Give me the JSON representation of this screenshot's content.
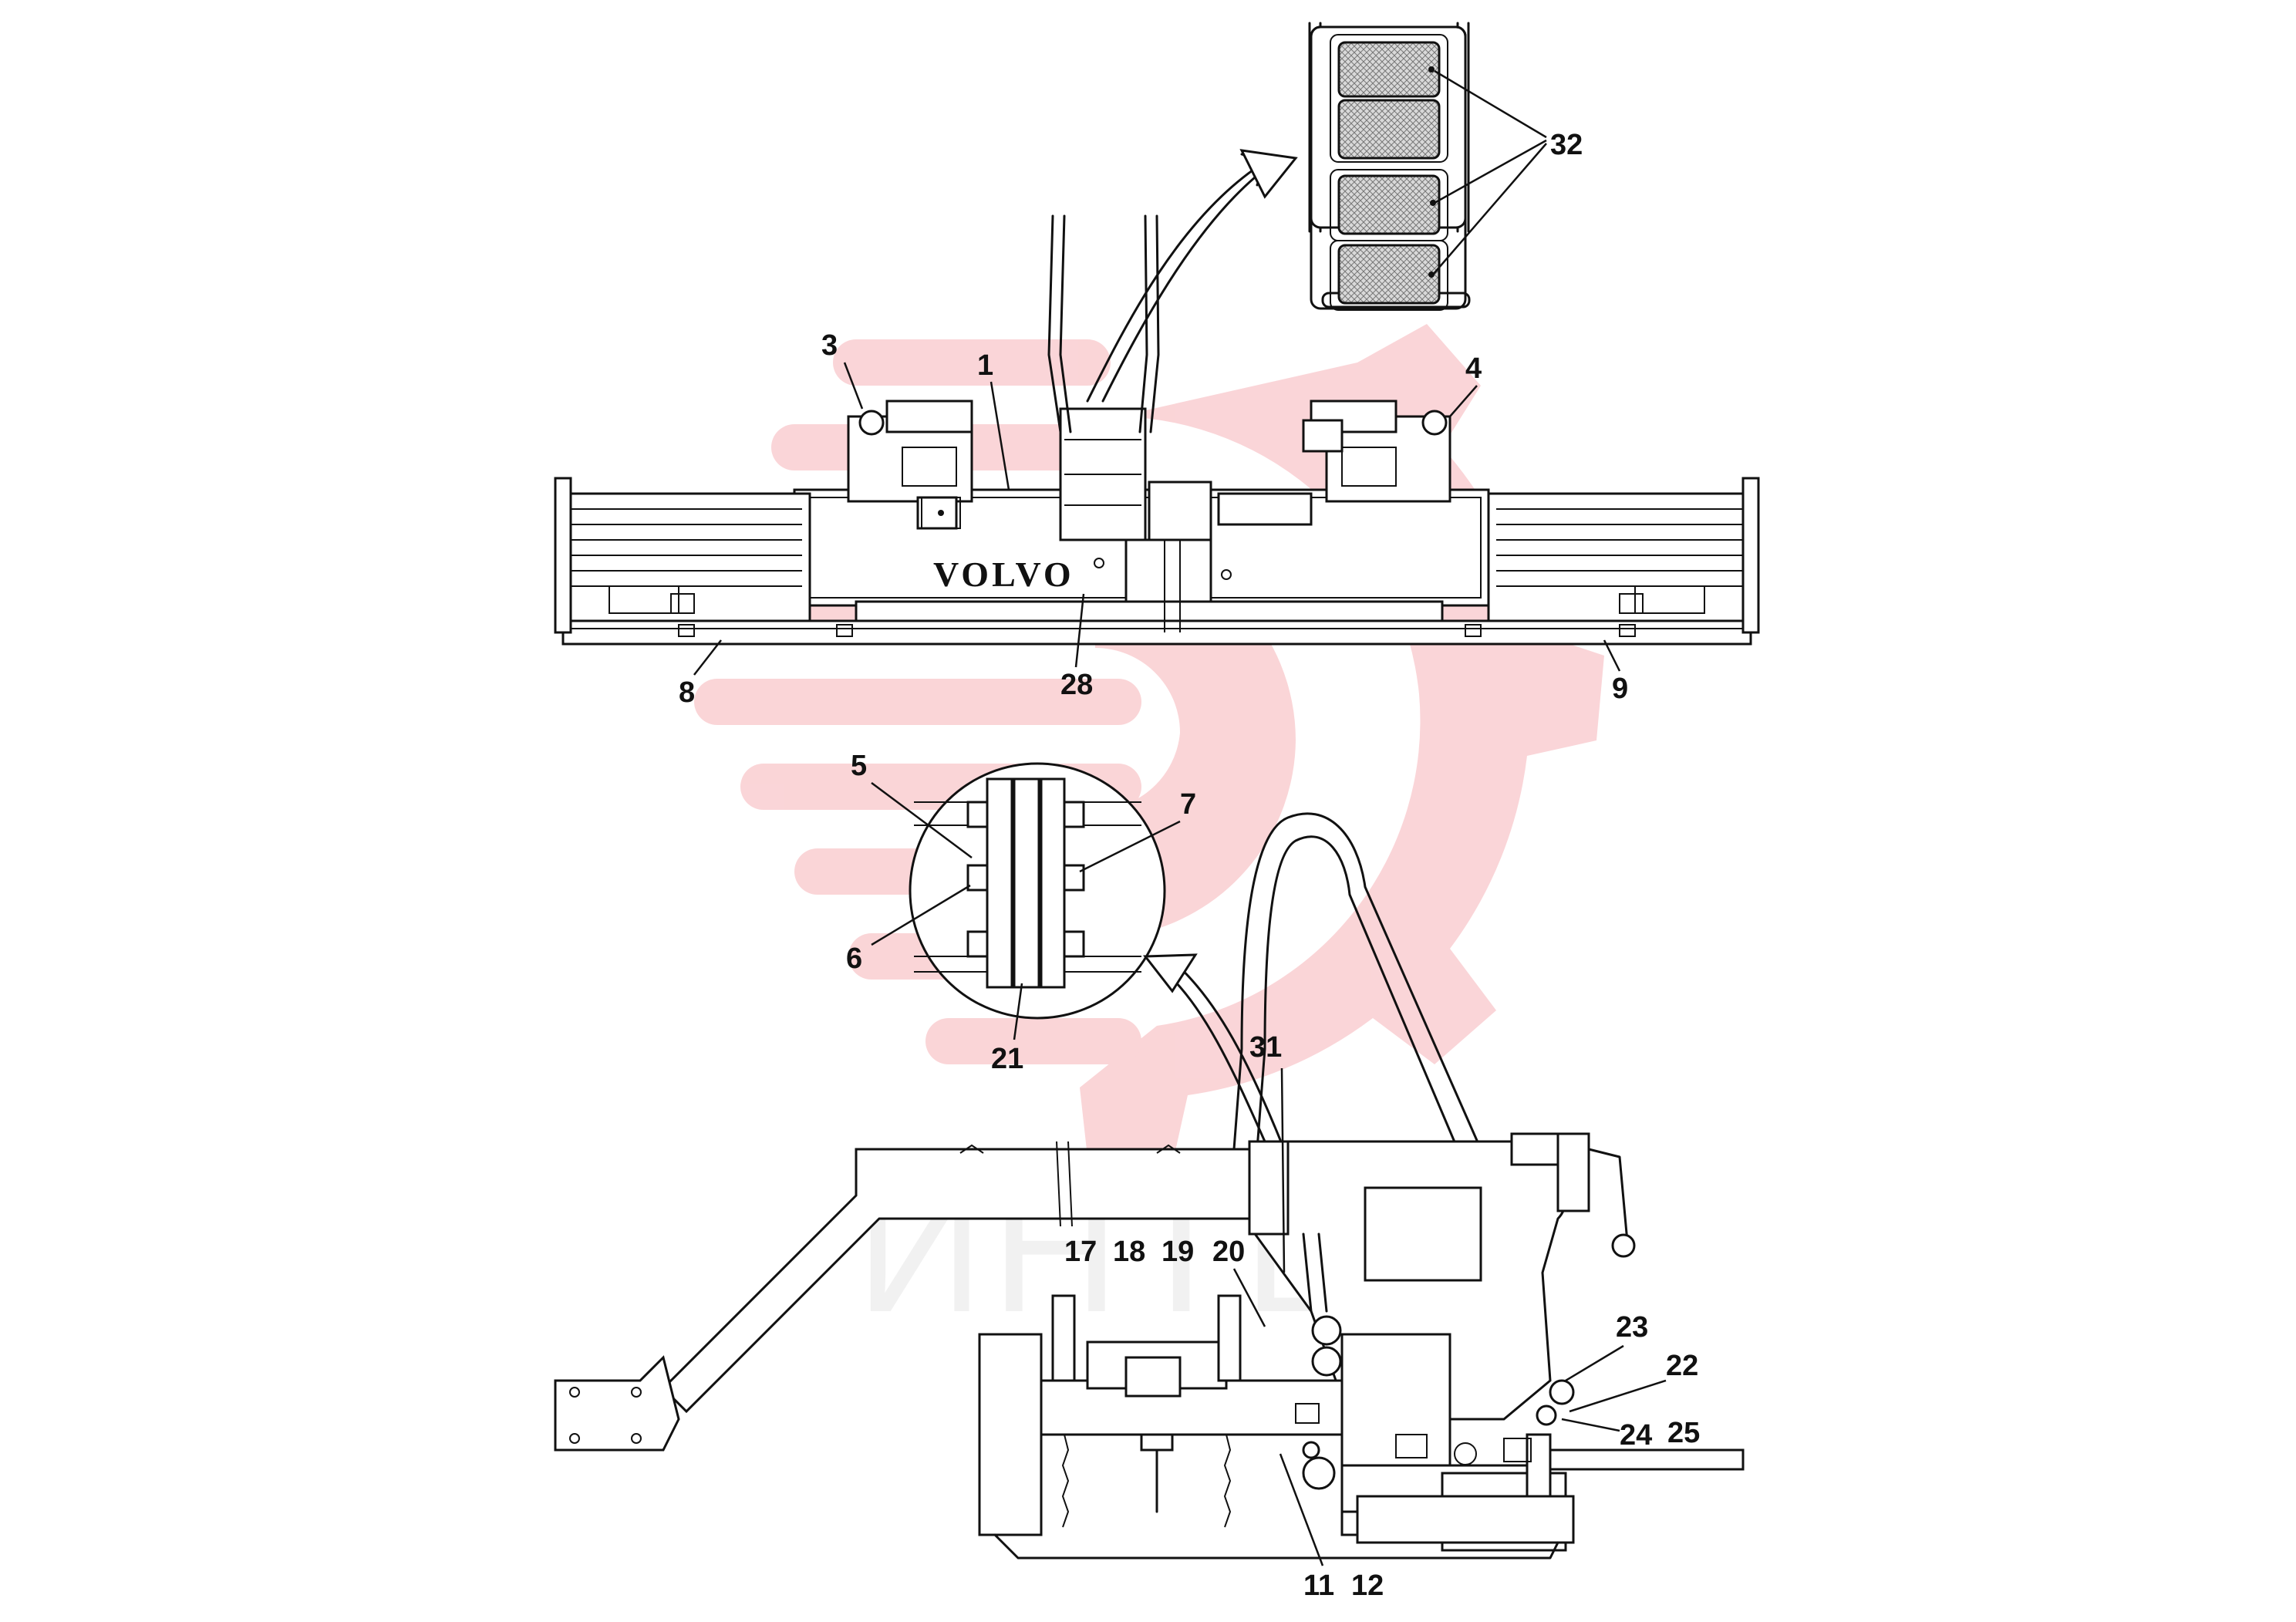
{
  "brand_label": "VOLVO",
  "watermark": {
    "text": "ИНТЕХ",
    "logo_color": "#f6b3b8",
    "text_color": "#cfcfcf"
  },
  "callouts": {
    "c1": "1",
    "c3": "3",
    "c4": "4",
    "c5": "5",
    "c6": "6",
    "c7": "7",
    "c8": "8",
    "c9": "9",
    "c11": "11",
    "c12": "12",
    "c17": "17",
    "c18": "18",
    "c19": "19",
    "c20": "20",
    "c21": "21",
    "c22": "22",
    "c23": "23",
    "c24": "24",
    "c25": "25",
    "c28": "28",
    "c31": "31",
    "c32": "32"
  }
}
